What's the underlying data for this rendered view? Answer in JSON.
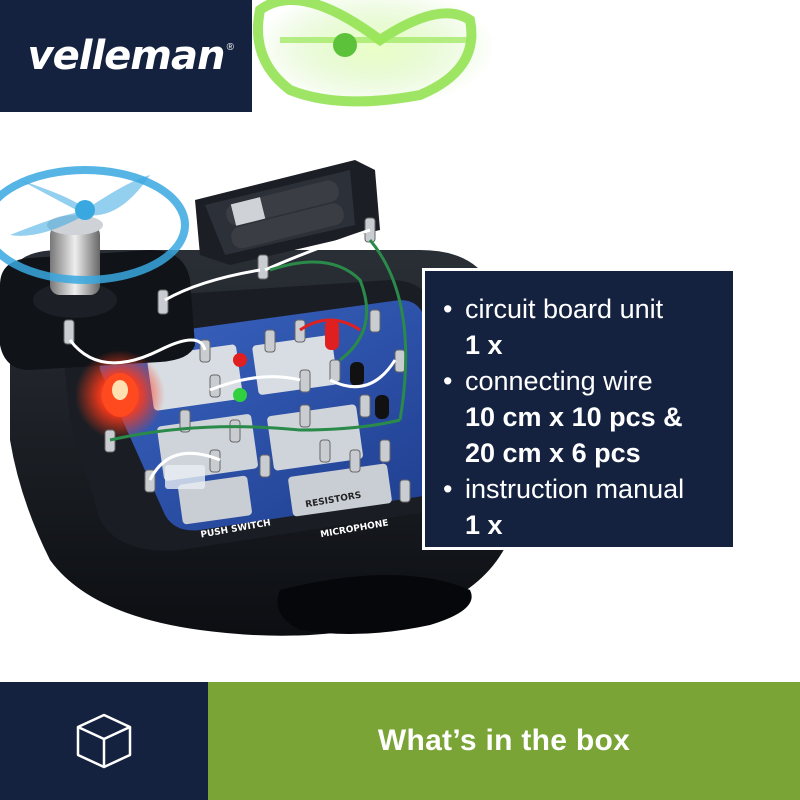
{
  "brand": {
    "logo_text": "velleman",
    "registered_mark": "®"
  },
  "product_labels": {
    "push_switch": "PUSH SWITCH",
    "resistors": "RESISTORS",
    "microphone": "MICROPHONE"
  },
  "contents": [
    {
      "name": "circuit board unit",
      "qty": "1 x"
    },
    {
      "name": "connecting wire",
      "qty": "10 cm x 10 pcs & 20 cm x 6 pcs"
    },
    {
      "name": "instruction manual",
      "qty": "1 x"
    }
  ],
  "footer": {
    "icon": "box-icon",
    "title": "What’s in the box"
  },
  "colors": {
    "navy": "#14223f",
    "green": "#7aa436",
    "propeller_blue": "#3aa8e0",
    "propeller_green": "#8ee04a",
    "led_red": "#ff3a1a"
  }
}
